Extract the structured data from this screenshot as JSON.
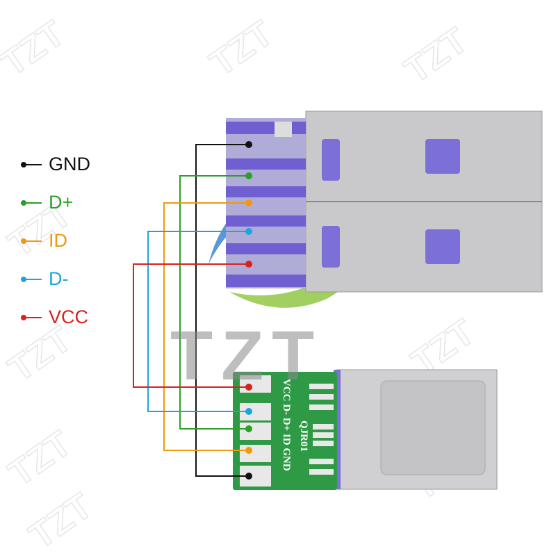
{
  "watermark": "TZT",
  "legend": [
    {
      "label": "GND",
      "color": "#111111"
    },
    {
      "label": "D+",
      "color": "#2aa02a"
    },
    {
      "label": "ID",
      "color": "#f0980e"
    },
    {
      "label": "D-",
      "color": "#1aa6dc"
    },
    {
      "label": "VCC",
      "color": "#d9221c"
    }
  ],
  "pcb": {
    "pin_labels": "VCC D- D+ ID GND",
    "model": "QJR01"
  },
  "colors": {
    "pcb": "#2f9a45",
    "metal": "#c9c9cc",
    "insulator": "#7d6fd8"
  }
}
